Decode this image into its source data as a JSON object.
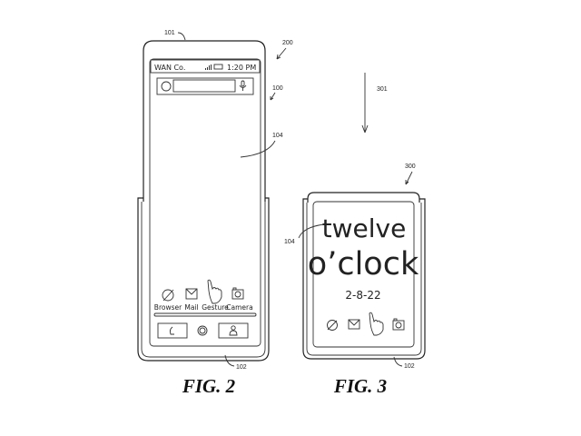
{
  "figures": {
    "fig2": {
      "caption": "FIG. 2",
      "refs": {
        "device_top": "101",
        "device": "200",
        "phone": "100",
        "screen": "104",
        "sleeve": "102"
      },
      "status_bar": {
        "carrier": "WAN Co.",
        "time": "1:20 PM"
      },
      "apps": [
        {
          "label": "Browser",
          "icon": "globe-icon"
        },
        {
          "label": "Mail",
          "icon": "envelope-icon"
        },
        {
          "label": "Gesture",
          "icon": "hand-pointer-icon"
        },
        {
          "label": "Camera",
          "icon": "camera-icon"
        }
      ],
      "nav_buttons": [
        "phone-icon",
        "home-icon",
        "contact-icon"
      ]
    },
    "fig3": {
      "caption": "FIG. 3",
      "refs": {
        "direction": "301",
        "device": "300",
        "screen": "104",
        "sleeve": "102"
      },
      "clock": {
        "line1": "twelve",
        "line2": "o’clock",
        "date": "2-8-22"
      }
    }
  }
}
